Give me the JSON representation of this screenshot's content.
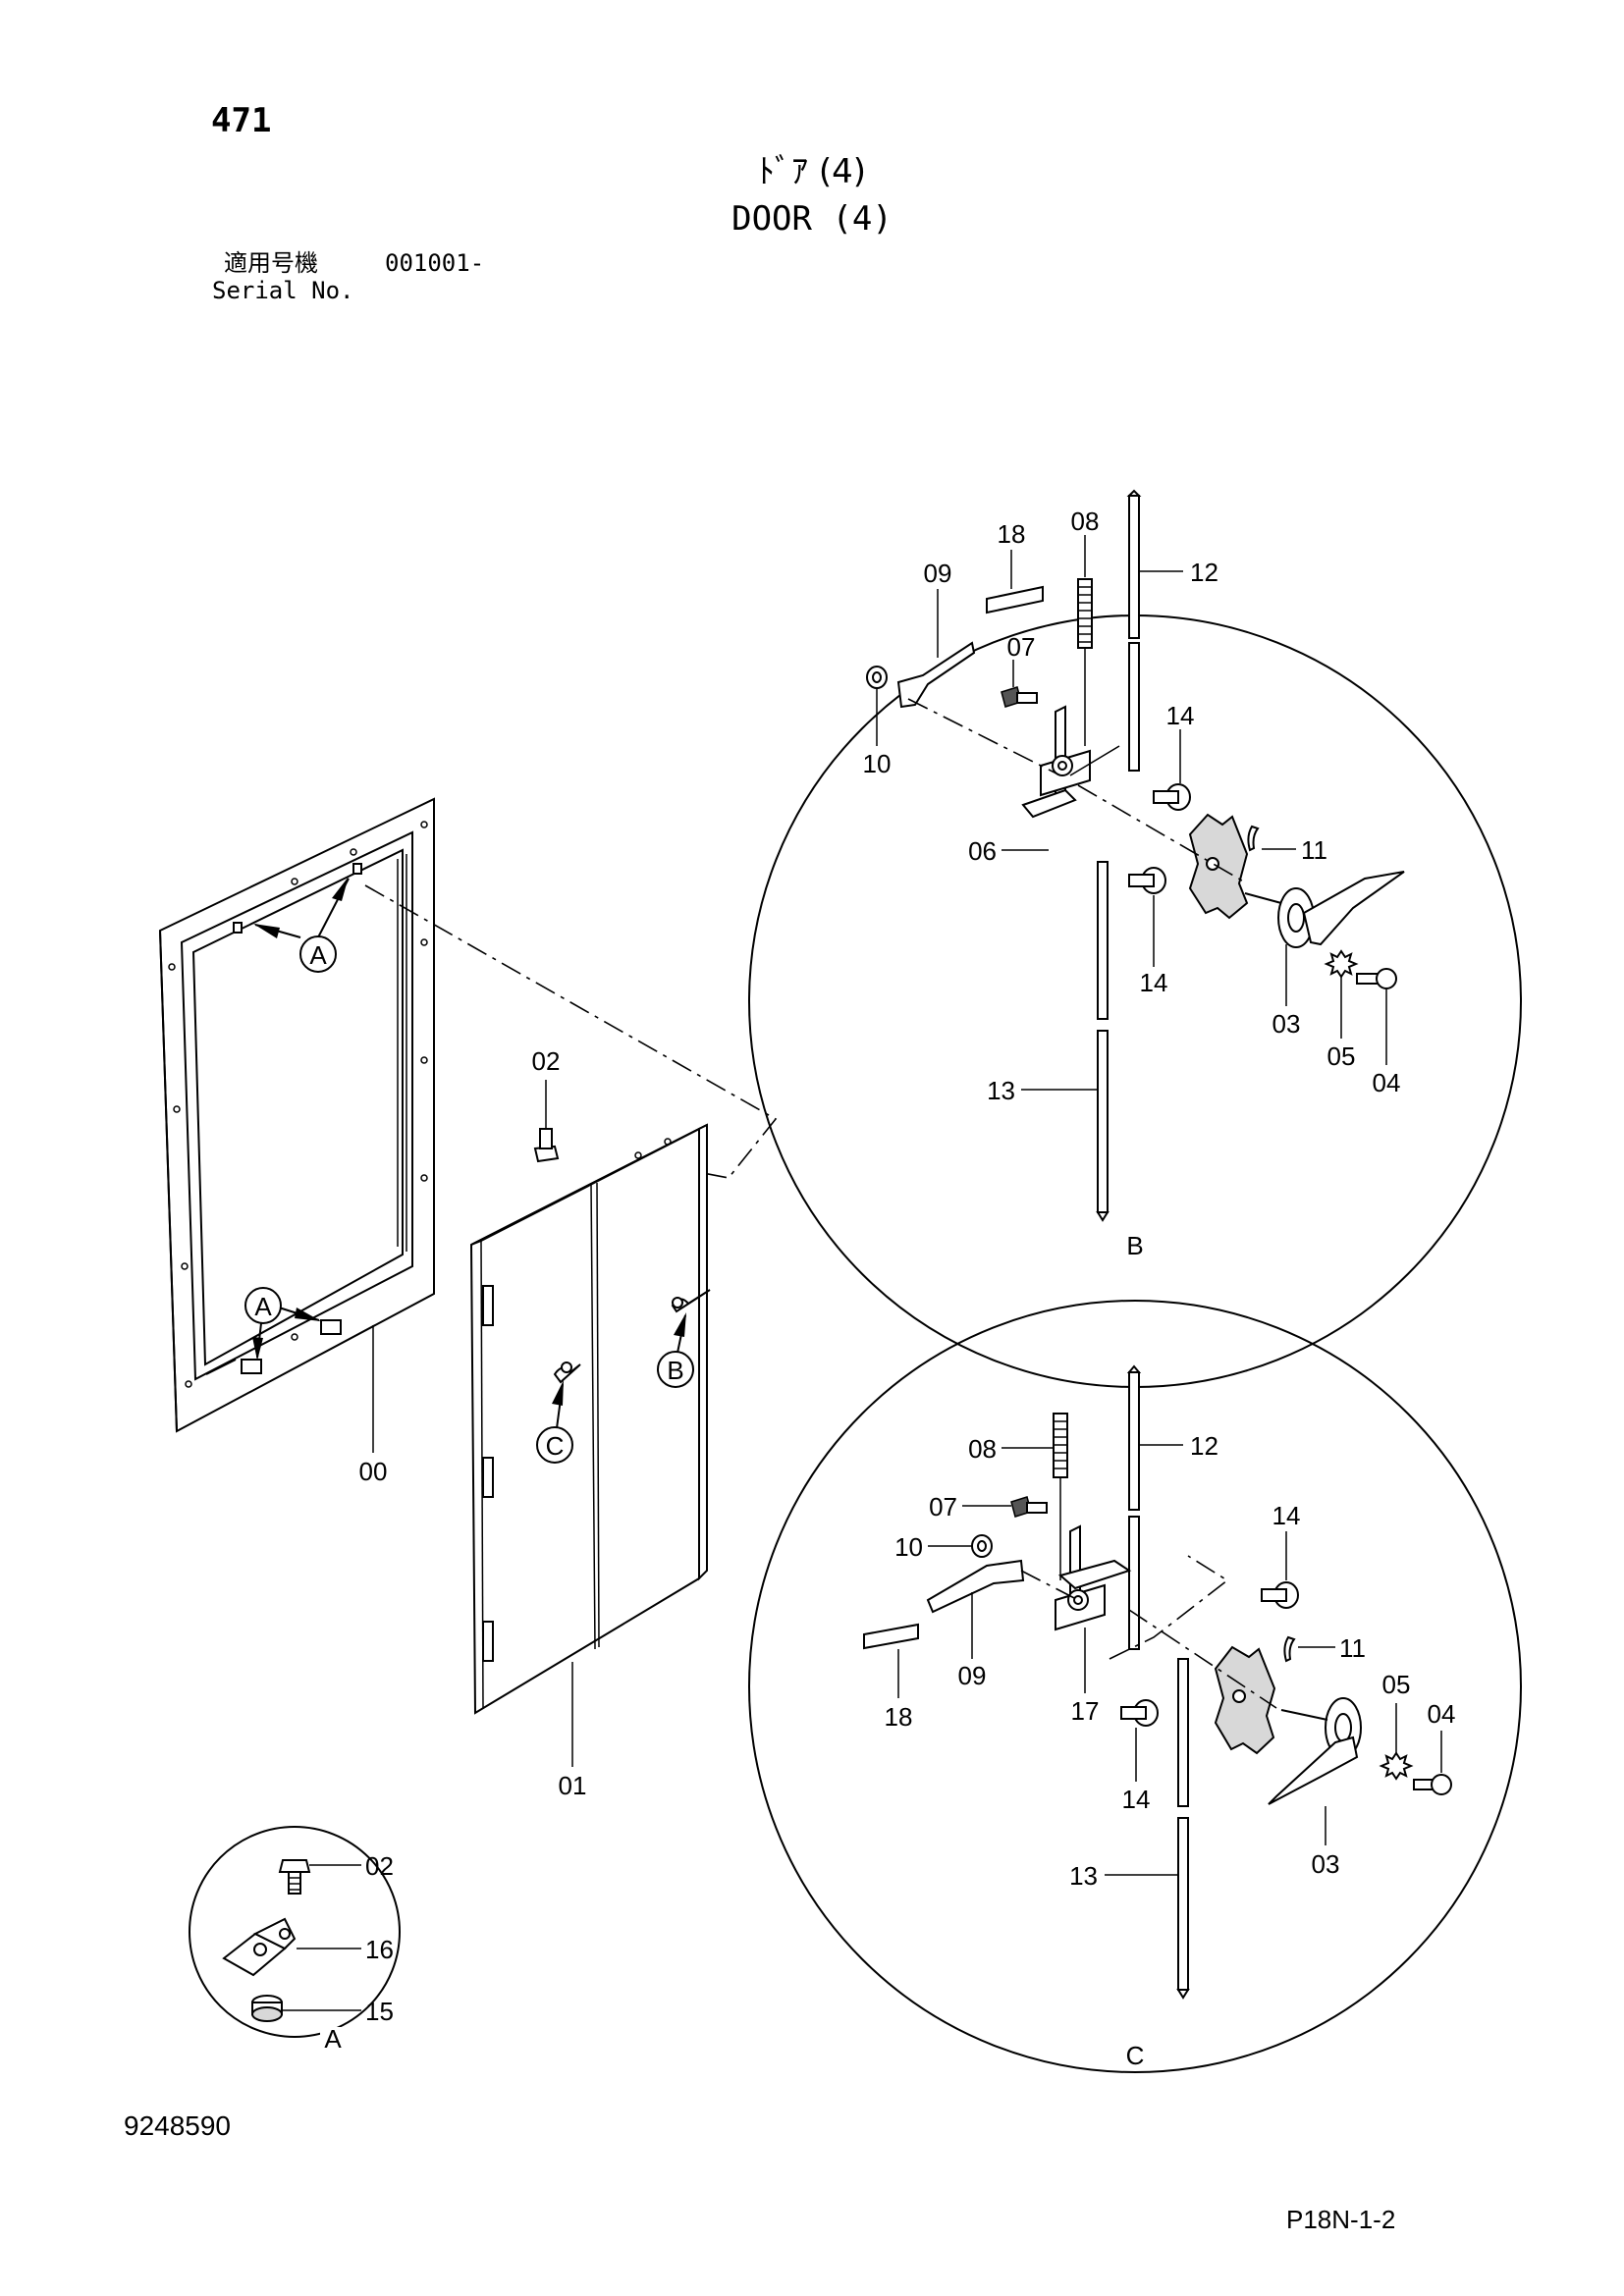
{
  "header": {
    "page_number": "471",
    "title_jp": "ﾄﾞｱ (4)",
    "title_en": "DOOR (4)",
    "serial_label_jp": "適用号機",
    "serial_range": "001001-",
    "serial_label_en": "Serial No."
  },
  "footer": {
    "document_number": "9248590",
    "page_reference": "P18N-1-2"
  },
  "callouts": {
    "detail_a": "A",
    "detail_b": "B",
    "detail_c": "C"
  },
  "main_assembly": {
    "frame_label": "00",
    "door_label": "01",
    "bolt_label": "02"
  },
  "detail_a_parts": {
    "bolt": "02",
    "plate": "16",
    "cushion": "15",
    "circle_label": "A"
  },
  "detail_b_parts": {
    "handle": "03",
    "screw": "04",
    "washer": "05",
    "bracket": "06",
    "bolt": "07",
    "spring": "08",
    "lever": "09",
    "bushing": "10",
    "pin": "11",
    "upper_rod": "12",
    "lower_rod": "13",
    "pin_upper": "14",
    "pin_lower": "14",
    "pad": "18",
    "circle_label": "B"
  },
  "detail_c_parts": {
    "handle": "03",
    "screw": "04",
    "washer": "05",
    "bolt": "07",
    "spring": "08",
    "lever": "09",
    "bushing": "10",
    "pin": "11",
    "upper_rod": "12",
    "lower_rod": "13",
    "pin_upper": "14",
    "pin_lower": "14",
    "bracket": "17",
    "pad": "18",
    "circle_label": "C"
  }
}
